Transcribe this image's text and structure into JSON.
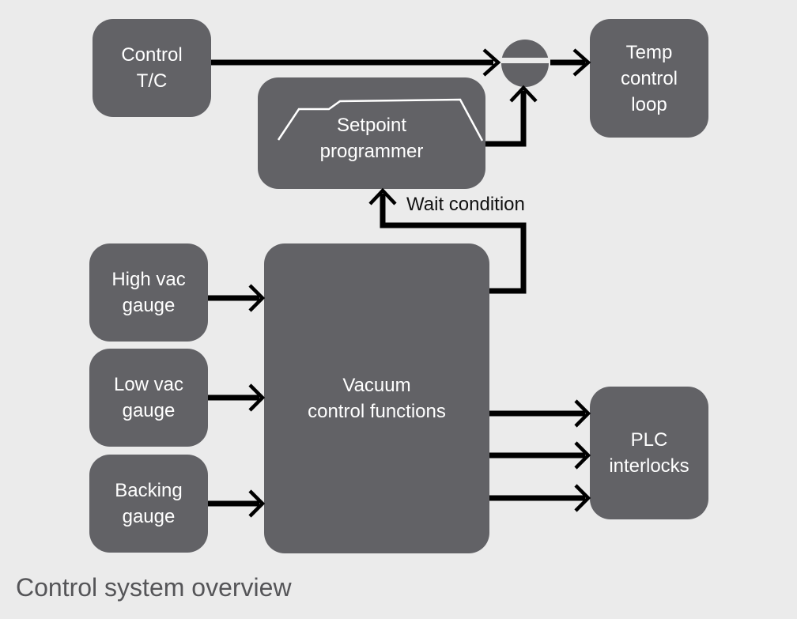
{
  "diagram": {
    "caption": "Control system overview",
    "blocks": {
      "control_tc": "Control\nT/C",
      "temp_loop": "Temp\ncontrol\nloop",
      "setpoint": "Setpoint\nprogrammer",
      "high_vac": "High vac\ngauge",
      "low_vac": "Low vac\ngauge",
      "backing": "Backing\ngauge",
      "vacuum": "Vacuum\ncontrol functions",
      "plc": "PLC\ninterlocks"
    },
    "wait_label": "Wait condition",
    "connections": [
      {
        "from": "Control T/C",
        "to": "summing junction"
      },
      {
        "from": "Setpoint programmer",
        "to": "summing junction"
      },
      {
        "from": "summing junction",
        "to": "Temp control loop"
      },
      {
        "from": "Vacuum control functions",
        "to": "Setpoint programmer",
        "label": "Wait condition"
      },
      {
        "from": "High vac gauge",
        "to": "Vacuum control functions"
      },
      {
        "from": "Low vac gauge",
        "to": "Vacuum control functions"
      },
      {
        "from": "Backing gauge",
        "to": "Vacuum control functions"
      },
      {
        "from": "Vacuum control functions",
        "to": "PLC interlocks",
        "count": 3
      }
    ],
    "colors": {
      "block": "#626266",
      "background": "#ebebeb",
      "wire": "#000000"
    }
  }
}
